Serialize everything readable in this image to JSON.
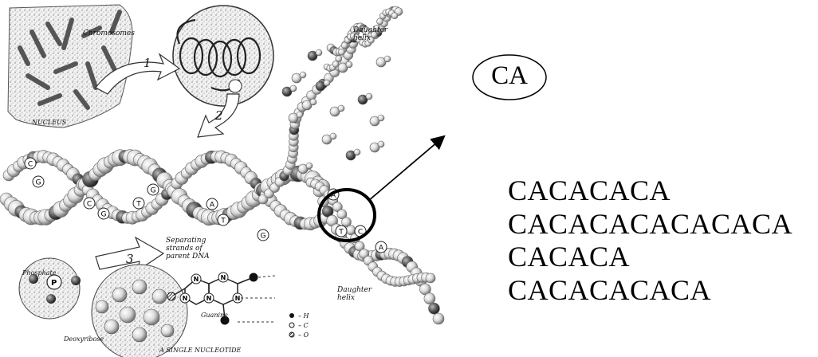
{
  "diagram": {
    "labels": {
      "chromosomes": "Chromosomes",
      "nucleus": "NUCLEUS",
      "step1": "1",
      "step2": "2",
      "step3": "3",
      "daughter_helix_top": "Daughter\nhelix",
      "daughter_helix_bottom": "Daughter\nhelix",
      "separating_strands": "Separating\nstrands of\nparent DNA",
      "phosphate": "Phosphate",
      "phosphate_atom": "P",
      "deoxyribose": "Deoxyribose",
      "guanine": "Guanine",
      "single_nucleotide": "A SINGLE NUCLEOTIDE",
      "ring_n": "N"
    },
    "bases_on_helix": [
      "C",
      "G",
      "C",
      "G",
      "T",
      "G",
      "A",
      "T",
      "G",
      "A",
      "T",
      "C",
      "A"
    ],
    "legend": [
      {
        "symbol": "filled-dot",
        "text": "– H"
      },
      {
        "symbol": "open-dot",
        "text": "– C"
      },
      {
        "symbol": "hatched-dot",
        "text": "– O"
      }
    ]
  },
  "callout": {
    "oval_text": "CA"
  },
  "repeats": [
    "CACACACA",
    "CACACACACACACA",
    "CACACA",
    "CACACACACA"
  ]
}
